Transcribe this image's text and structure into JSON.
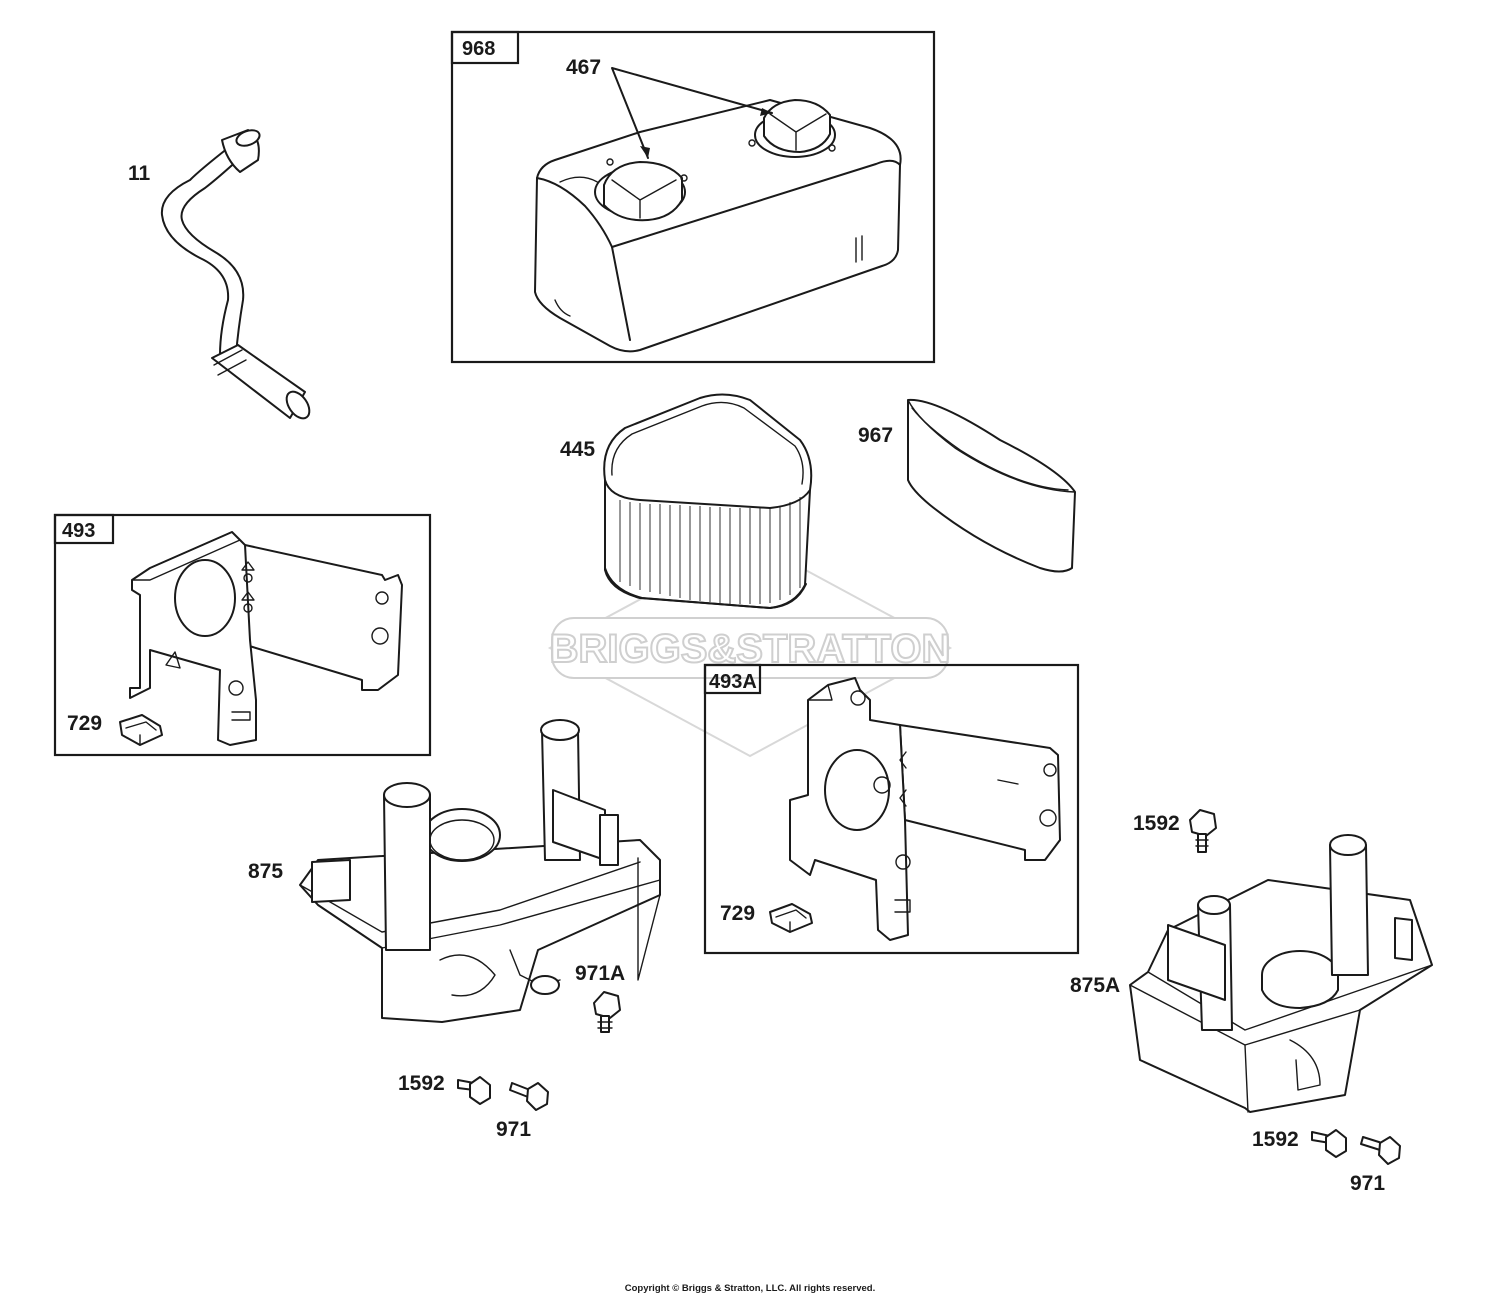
{
  "watermark": {
    "brand": "BRIGGS&STRATTON"
  },
  "copyright": "Copyright © Briggs & Stratton, LLC. All rights reserved.",
  "group_boxes": [
    {
      "id": "968",
      "label": "968"
    },
    {
      "id": "493",
      "label": "493"
    },
    {
      "id": "493A",
      "label": "493A"
    }
  ],
  "callouts": {
    "part_11": "11",
    "part_467": "467",
    "part_445": "445",
    "part_967": "967",
    "part_729_a": "729",
    "part_729_b": "729",
    "part_875": "875",
    "part_971A": "971A",
    "part_1592_a": "1592",
    "part_971_a": "971",
    "part_1592_b": "1592",
    "part_875A": "875A",
    "part_1592_c": "1592",
    "part_971_b": "971"
  },
  "colors": {
    "line": "#1a1a1a",
    "watermark": "#cfcfcf",
    "background": "#ffffff"
  }
}
